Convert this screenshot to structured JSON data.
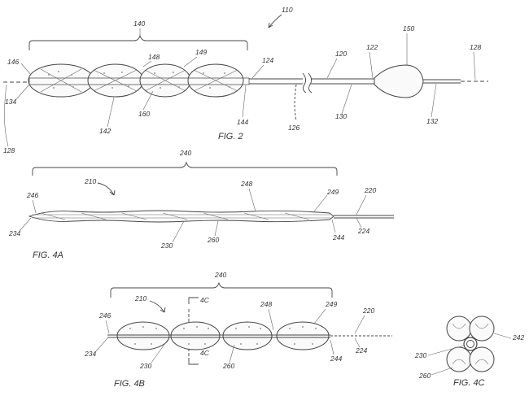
{
  "fig2": {
    "caption": "FIG. 2",
    "labels": {
      "l110": "110",
      "l140": "140",
      "l146": "146",
      "l148": "148",
      "l149": "149",
      "l134": "134",
      "l124": "124",
      "l120": "120",
      "l122": "122",
      "l150": "150",
      "l128a": "128",
      "l128b": "128",
      "l144": "144",
      "l160": "160",
      "l142": "142",
      "l126": "126",
      "l130": "130",
      "l132": "132"
    }
  },
  "fig4a": {
    "caption": "FIG. 4A",
    "labels": {
      "l240": "240",
      "l210": "210",
      "l246": "246",
      "l248": "248",
      "l249": "249",
      "l220": "220",
      "l234": "234",
      "l230": "230",
      "l260": "260",
      "l244": "244",
      "l224": "224"
    }
  },
  "fig4b": {
    "caption": "FIG. 4B",
    "labels": {
      "l240": "240",
      "l210": "210",
      "l4c_top": "4C",
      "l248": "248",
      "l249": "249",
      "l220": "220",
      "l246": "246",
      "l234": "234",
      "l230": "230",
      "l260": "260",
      "l244": "244",
      "l224": "224",
      "l4c_bot": "4C"
    }
  },
  "fig4c": {
    "caption": "FIG. 4C",
    "labels": {
      "l242": "242",
      "l230": "230",
      "l260": "260"
    }
  }
}
